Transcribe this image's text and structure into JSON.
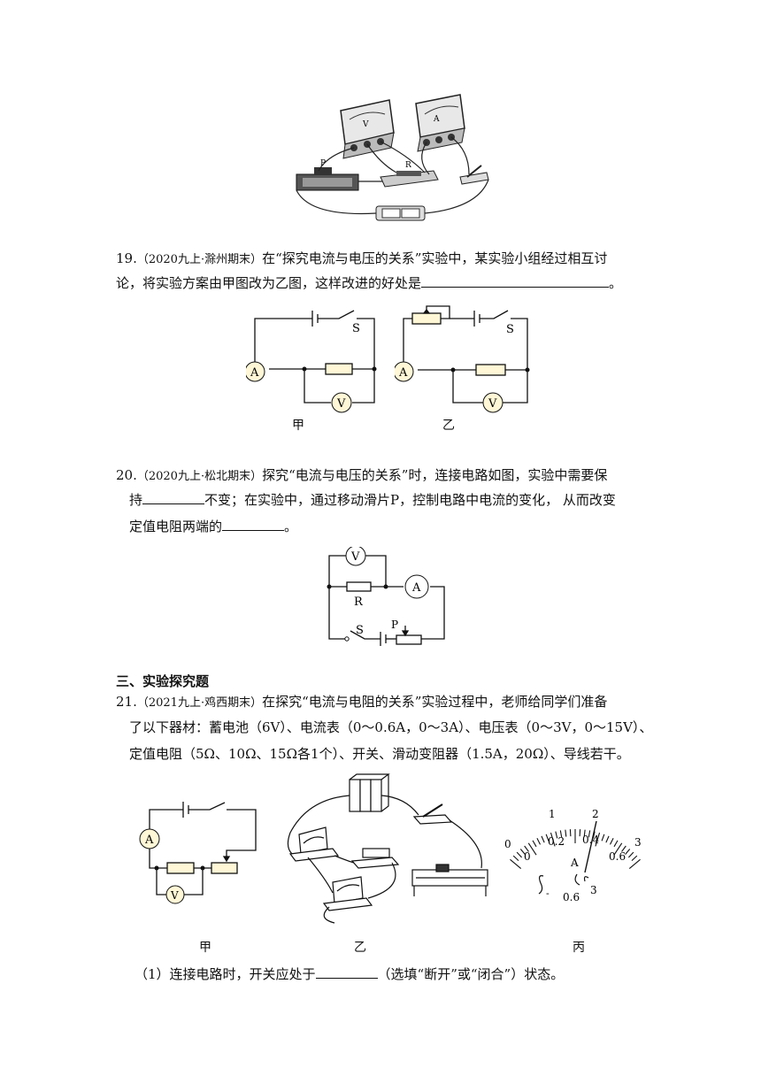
{
  "q19": {
    "prefix": "19.",
    "source": "（2020九上·滁州期末）",
    "line1": "在“探究电流与电压的关系”实验中，某实验小组经过相互讨",
    "line2": "论，将实验方案由甲图改为乙图，这样改进的好处是",
    "end": "。",
    "fig_jia_caption": "甲",
    "fig_yi_caption": "乙"
  },
  "q20": {
    "prefix": "20.",
    "source": "（2020九上·松北期末）",
    "line1": "探究“电流与电压的关系”时，连接电路如图，实验中需要保",
    "line2a": "持",
    "line2b": "不变；在实验中，通过移动滑片P，控制电路中电流的变化，  从而改变",
    "line3a": "定值电阻两端的",
    "line3b": "。"
  },
  "section3": {
    "title": "三、实验探究题"
  },
  "q21": {
    "prefix": "21.",
    "source": "（2021九上·鸡西期末）",
    "line1": "在探究“电流与电阻的关系”实验过程中，老师给同学们准备",
    "line2": "了以下器材：蓄电池（6V）、电流表（0～0.6A，0～3A）、电压表（0～3V，0～15V）、",
    "line3": "定值电阻（5Ω、10Ω、15Ω各1个）、开关、滑动变阻器（1.5A，20Ω）、导线若干。",
    "cap_jia": "甲",
    "cap_yi": "乙",
    "cap_bing": "丙",
    "sub1a": "（1）连接电路时，开关应处于",
    "sub1b": "（选填“断开”或“闭合”）状态。"
  },
  "symbols": {
    "ammeter": "A",
    "voltmeter": "V",
    "switch": "S",
    "resistor": "R",
    "slider": "P"
  },
  "meter_scale": {
    "upper_ticks": [
      "0",
      "1",
      "2",
      "3"
    ],
    "lower_ticks": [
      "0",
      "0.2",
      "0.4",
      "0.6"
    ],
    "unit": "A",
    "terminals": [
      "-",
      "0.6",
      "3"
    ]
  }
}
